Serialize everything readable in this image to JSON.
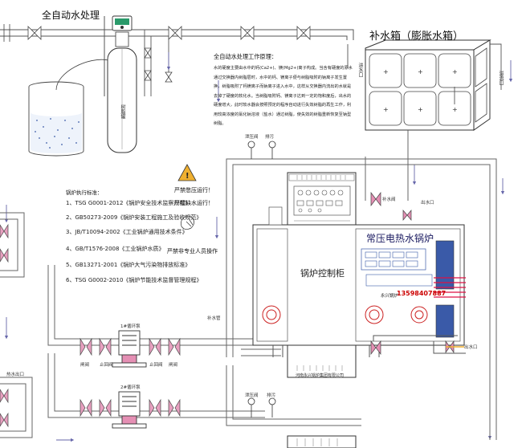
{
  "diagram": {
    "title": "全自动水处理",
    "tank_label": "补水箱（膨胀水箱）",
    "principle": {
      "heading": "全自动水处理工作原理：",
      "body": "水的硬度主要由水中的钙(Ca2+)、镁(Mg2+)离子构成。当含有硬度的原水通过交换器内树脂层时，水中的钙、镁离子便与树脂吸附的钠离子发生置换，树脂吸附了钙镁离子而钠离子进入水中，这样从交换器内流出的水就是去掉了硬度的软化水。当树脂吸附钙、镁离子达到一定的饱和度后，出水的硬度增大，此时软水器会按照预定的程序自动进行失效树脂的再生工作，利用较高浓度的氯化钠溶液（盐水）通过树脂，使失效的树脂重新恢复至钠型树脂。"
    },
    "standards": {
      "heading": "锅炉执行标准：",
      "items": [
        "1、TSG G0001-2012《锅炉安全技术监察规程》",
        "2、GB50273-2009《锅炉安装工程施工及验收规范》",
        "3、JB/T10094-2002《工业锅炉通用技术条件》",
        "4、GB/T1576-2008《工业锅炉水质》",
        "5、GB13271-2001《锅炉大气污染物排放标准》",
        "6、TSG G0002-2010《锅炉节能技术监督管理规程》"
      ]
    },
    "warnings": {
      "no_pressure": "严禁憋压运行！",
      "no_dry": "严禁缺水运行！",
      "operator": "严禁非专业人员操作"
    },
    "cabinet": {
      "title": "锅炉控制柜",
      "maker": "河南永兴锅炉集团有限公司"
    },
    "boiler": {
      "title": "常压电热水锅炉",
      "hotline_label": "永兴锅炉",
      "phone": "13598407887"
    },
    "pumps": {
      "pump1": "1#循环泵",
      "pump2": "2#循环泵"
    },
    "valve_labels": {
      "gate_valve": "闸阀",
      "check_valve": "止回阀",
      "drain": "排污",
      "relief_valve": "泄压阀",
      "make_up_valve": "补水阀",
      "water_inlet": "补水管",
      "hot_water_out": "热水出口",
      "outlet": "出水口",
      "softener": "树脂罐",
      "water_outlet": "出水口",
      "overflow": "溢流口",
      "cold_inlet": "进水口"
    },
    "colors": {
      "line": "#555555",
      "pipe": "#f4f4f4",
      "accent_blue": "#3a5aa8",
      "red": "#cc2222",
      "pink": "#e58fb4",
      "orange": "#f0b030"
    }
  }
}
